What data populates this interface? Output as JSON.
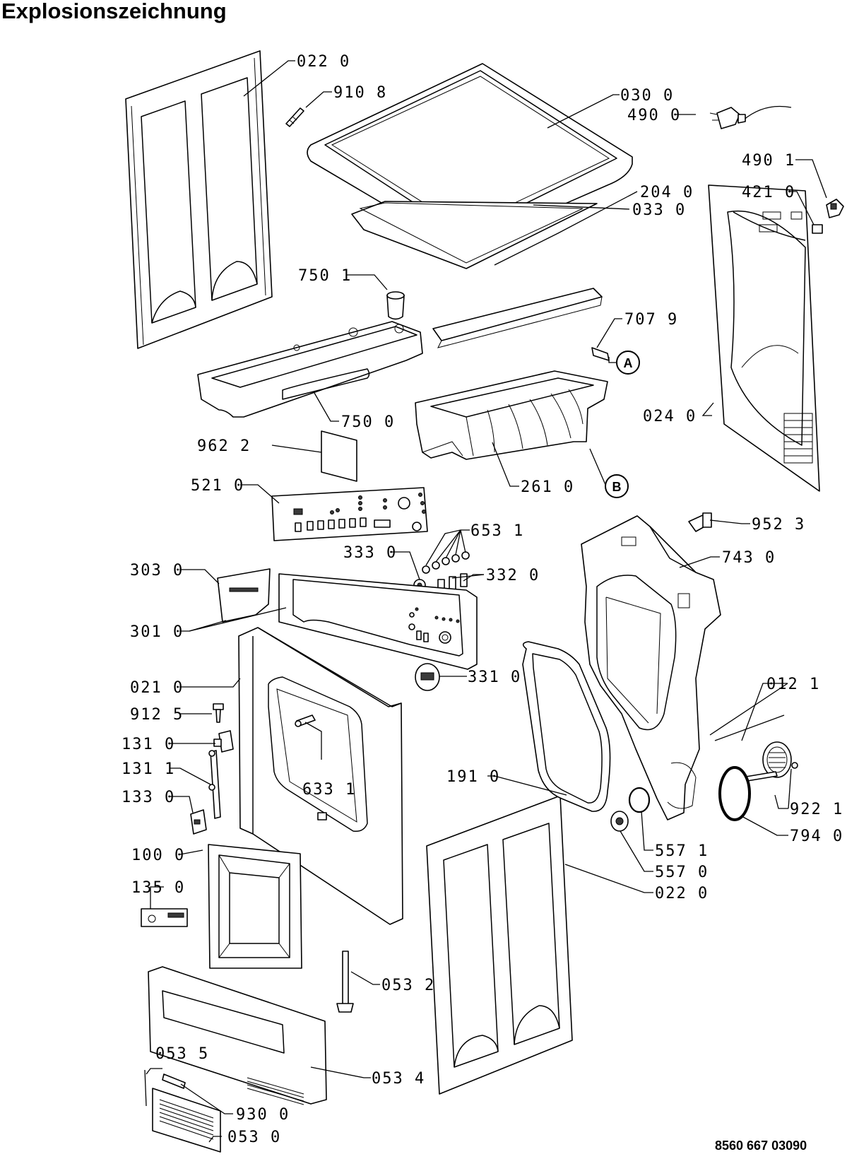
{
  "title": "Explosionszeichnung",
  "document_number": "8560 667 03090",
  "callouts": [
    "A",
    "B"
  ],
  "part_labels": {
    "side_panel_top": "022 0",
    "screw_top": "910 8",
    "top_cover": "030 0",
    "power_cord": "490 0",
    "plug_connector": "490 1",
    "connector_clip": "421 0",
    "top_plate": "033 0",
    "seal_strip": "204 0",
    "water_cup": "750 1",
    "hose_clip": "707 9",
    "water_container": "750 0",
    "back_panel": "024 0",
    "insulation_pad": "962 2",
    "air_duct": "261 0",
    "control_board": "521 0",
    "led_lights": "653 1",
    "knob_insert": "333 0",
    "push_buttons": "332 0",
    "badge": "303 0",
    "control_panel": "301 0",
    "program_knob": "331 0",
    "front_panel": "021 0",
    "screw_front": "912 5",
    "door_lock": "131 0",
    "lock_rod": "131 1",
    "door_switch": "133 0",
    "door_hinge": "633 1",
    "door_gasket": "191 0",
    "door": "100 0",
    "rating_plate": "135 0",
    "foot": "053 2",
    "plinth": "053 4",
    "plinth_clip": "053 5",
    "filter_handle": "930 0",
    "filter_grille": "053 0",
    "fan_cover": "952 3",
    "rear_housing": "743 0",
    "motor_assembly": "012 1",
    "bearing_kit": "922 1",
    "belt": "794 0",
    "sensor_ring": "557 1",
    "sensor": "557 0",
    "side_panel_bottom": "022 0"
  }
}
